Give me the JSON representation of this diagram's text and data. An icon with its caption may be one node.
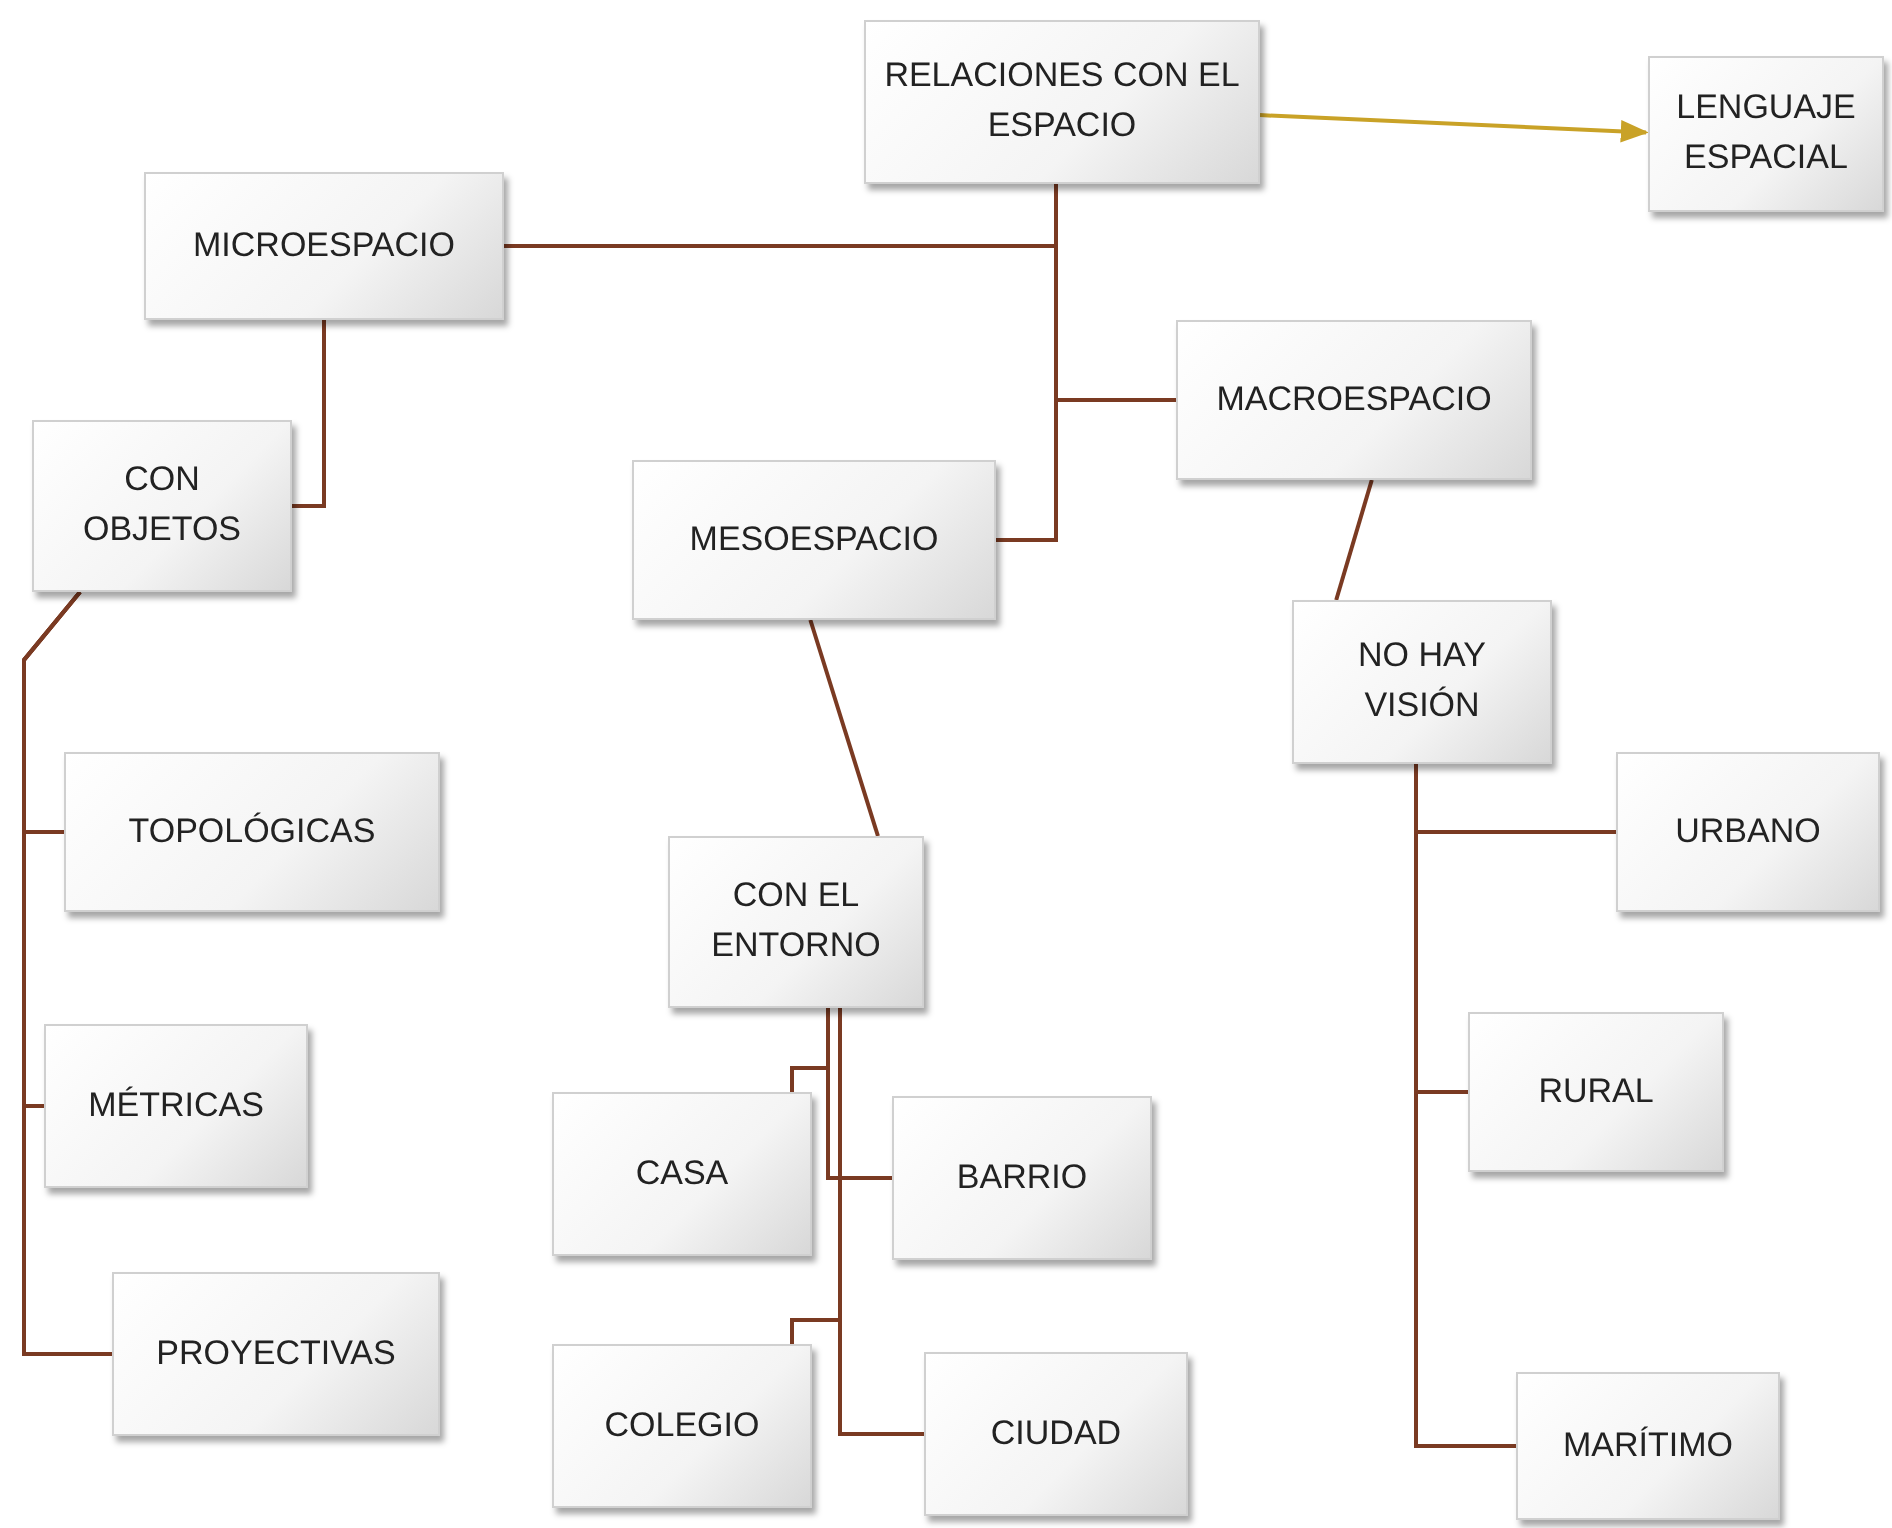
{
  "diagram": {
    "nodes": [
      {
        "text": [
          "RELACIONES CON EL ESPACIO"
        ]
      },
      {
        "text": [
          "LENGUAJE ESPACIAL"
        ]
      },
      {
        "text": [
          "MICROESPACIO"
        ]
      },
      {
        "text": [
          "MACROESPACIO"
        ]
      },
      {
        "text": [
          "CON OBJETOS"
        ]
      },
      {
        "text": [
          "MESOESPACIO"
        ]
      },
      {
        "text": [
          "NO HAY VISIÓN"
        ]
      },
      {
        "text": [
          "TOPOLÓGICAS"
        ]
      },
      {
        "text": [
          "CON EL ENTORNO"
        ]
      },
      {
        "text": [
          "URBANO"
        ]
      },
      {
        "text": [
          "MÉTRICAS"
        ]
      },
      {
        "text": [
          "RURAL"
        ]
      },
      {
        "text": [
          "CASA"
        ]
      },
      {
        "text": [
          "BARRIO"
        ]
      },
      {
        "text": [
          "PROYECTIVAS"
        ]
      },
      {
        "text": [
          "COLEGIO"
        ]
      },
      {
        "text": [
          "CIUDAD"
        ]
      },
      {
        "text": [
          "MARÍTIMO"
        ]
      }
    ],
    "edges": [
      {
        "from": 0,
        "to": 1,
        "arrow": "to",
        "color": "#c9a227"
      },
      {
        "from": 0,
        "to": 2,
        "arrow": "none"
      },
      {
        "from": 0,
        "to": 3,
        "arrow": "none"
      },
      {
        "from": 0,
        "to": 5,
        "arrow": "none"
      },
      {
        "from": 2,
        "to": 4,
        "arrow": "none"
      },
      {
        "from": 4,
        "to": 7,
        "arrow": "none"
      },
      {
        "from": 4,
        "to": 10,
        "arrow": "none"
      },
      {
        "from": 4,
        "to": 14,
        "arrow": "none"
      },
      {
        "from": 5,
        "to": 8,
        "arrow": "none"
      },
      {
        "from": 3,
        "to": 6,
        "arrow": "none"
      },
      {
        "from": 6,
        "to": 9,
        "arrow": "none"
      },
      {
        "from": 6,
        "to": 11,
        "arrow": "none"
      },
      {
        "from": 6,
        "to": 17,
        "arrow": "none"
      },
      {
        "from": 8,
        "to": 12,
        "arrow": "none"
      },
      {
        "from": 8,
        "to": 13,
        "arrow": "none"
      },
      {
        "from": 8,
        "to": 15,
        "arrow": "none"
      },
      {
        "from": 8,
        "to": 16,
        "arrow": "none"
      }
    ]
  }
}
